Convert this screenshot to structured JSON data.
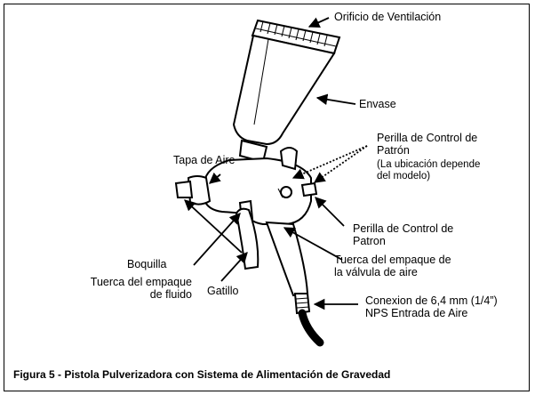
{
  "labels": {
    "vent": "Orificio de Ventilación",
    "cup": "Envase",
    "pattern_control_1_line1": "Perilla de Control de",
    "pattern_control_1_line2": "Patrón",
    "location_note_line1": "(La ubicación depende",
    "location_note_line2": "del modelo)",
    "air_cap": "Tapa de Aire",
    "pattern_control_2_line1": "Perilla de Control de",
    "pattern_control_2_line2": "Patron",
    "nozzle": "Boquilla",
    "air_valve_nut_line1": "Tuerca del empaque de",
    "air_valve_nut_line2": "la válvula de aire",
    "fluid_nut_line1": "Tuerca del empaque",
    "fluid_nut_line2": "de fluido",
    "trigger": "Gatillo",
    "air_inlet_line1": "Conexion de 6,4 mm (1/4”)",
    "air_inlet_line2": "NPS Entrada de Aire"
  },
  "caption": "Figura 5 - Pistola Pulverizadora con Sistema de Alimentación de Gravedad",
  "colors": {
    "line": "#000000",
    "background": "#ffffff"
  }
}
